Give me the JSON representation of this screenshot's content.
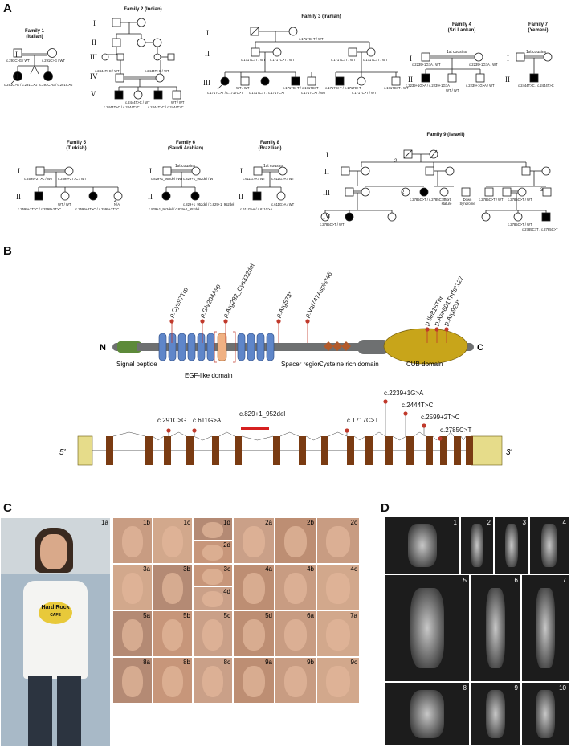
{
  "panels": {
    "a": "A",
    "b": "B",
    "c": "C",
    "d": "D"
  },
  "generations": [
    "I",
    "II",
    "III",
    "IV",
    "V"
  ],
  "families": [
    {
      "title": "Family 1",
      "origin": "(Italian)"
    },
    {
      "title": "Family 2 (Indian)",
      "origin": ""
    },
    {
      "title": "Family 3  (Iranian)",
      "origin": ""
    },
    {
      "title": "Family 4",
      "origin": "(Sri Lankan)"
    },
    {
      "title": "Family 7",
      "origin": "(Yemeni)"
    },
    {
      "title": "Family 5",
      "origin": "(Turkish)"
    },
    {
      "title": "Family 6",
      "origin": "(Saudi Arabian)"
    },
    {
      "title": "Family 8",
      "origin": "(Brazilian)"
    },
    {
      "title": "Family 9 (Israeli)",
      "origin": ""
    }
  ],
  "cousins": [
    "1st cousins",
    "1st cousins",
    "1st cousins",
    "1st cousins"
  ],
  "variants": {
    "f1_parent1": "c.291C>G / WT",
    "f1_parent2": "c.291C>G / WT",
    "f1_child1": "c.291C>G / c.291C>G",
    "f1_child3": "c.291C>G / c.291C>G",
    "f2_iv1": "c.2444T>C / WT",
    "f2_iv2": "c.2444T>C / WT",
    "f2_v1": "c.2444T>C / c.2444T>C",
    "f2_v2": "c.2444T>C / WT",
    "f2_v3": "c.2444T>C / c.2444T>C",
    "f2_v4": "WT / WT",
    "f3_i2": "c.1717C>T / WT",
    "f3_ii1": "c.1717C>T / WT",
    "f3_ii2": "c.1717C>T / WT",
    "f3_ii3": "c.1717C>T / WT",
    "f3_ii4": "c.1717C>T / WT",
    "f3_iii1": "c.1717C>T / c.1717C>T",
    "f3_iii2": "WT / WT",
    "f3_iii3": "c.1717C>T / c.1717C>T",
    "f3_iii4": "c.1717C>T / c.1717C>T",
    "f3_iii5": "c.1717C>T / WT",
    "f3_iii6": "c.1717C>T / c.1717C>T",
    "f3_iii7": "c.1717C>T / WT",
    "f3_iii8": "c.1717C>T / WT",
    "f4_i1": "c.2239+1G>A / WT",
    "f4_i2": "c.2239+1G>A / WT",
    "f4_ii1": "c.2239+1G>A / c.2239+1G>A",
    "f4_ii2": "WT / WT",
    "f4_ii3": "c.2239+1G>A / WT",
    "f7_ii1": "c.2444T>C / c.2444T>C",
    "f5_i1": "c.2599+2T>C / WT",
    "f5_i2": "c.2599+2T>C / WT",
    "f5_ii1": "c.2599+2T>C / c.2599+2T>C",
    "f5_ii2": "WT / WT",
    "f5_ii3": "c.2599+2T>C / c.2599+2T>C",
    "f5_ii4": "N/A",
    "f6_i1": "c.829+1_952del / WT",
    "f6_i2": "c.829+1_952del / WT",
    "f6_ii1": "c.829+1_952del / c.829+1_952del",
    "f6_ii2": "c.829+1_952del / c.829+1_952del",
    "f8_i1": "c.611G>A / WT",
    "f8_i2": "c.611G>A / WT",
    "f8_ii1": "c.611G>A / c.611G>A",
    "f8_ii2": "c.611G>A / WT",
    "f9_iii5": "c.2785C>T / c.2785C>T",
    "f9_iii9": "c.2785C>T / WT",
    "f9_iii10": "c.2785C>T / WT",
    "f9_iv1": "c.2785C>T / WT",
    "f9_iv5": "c.2785C>T / WT",
    "f9_iv7": "c.2785C>T / c.2785C>T"
  },
  "f9_notes": [
    "Short stature",
    "Down Syndrome"
  ],
  "protein": {
    "mutations": [
      "p.Cys97Trp",
      "p.Gly204Asp",
      "p.Arg282_Cys322del",
      "p.Arg573*",
      "p.Val747Aspfs*46",
      "p.Ile815Thr",
      "p.Asn801Thrfs*127",
      "p.Arg929*"
    ],
    "n_label": "N",
    "c_label": "C",
    "domains": [
      "Signal peptide",
      "EGF-like domain",
      "Spacer region",
      "Cysteine rich domain",
      "CUB domain"
    ]
  },
  "gene": {
    "variants": [
      "c.291C>G",
      "c.611G>A",
      "c.829+1_952del",
      "c.1717C>T",
      "c.2239+1G>A",
      "c.2444T>C",
      "c.2599+2T>C",
      "c.2785C>T"
    ],
    "five_prime": "5'",
    "three_prime": "3'"
  },
  "photo_labels": [
    "1a",
    "1b",
    "1c",
    "1d",
    "2d",
    "2a",
    "2b",
    "2c",
    "3a",
    "3b",
    "3c",
    "4d",
    "4a",
    "4b",
    "4c",
    "5a",
    "5b",
    "5c",
    "5d",
    "6a",
    "7a",
    "8a",
    "8b",
    "8c",
    "9a",
    "9b",
    "9c"
  ],
  "shirt_text": "Hard Rock",
  "shirt_subtext": "CAFE",
  "xray_labels": [
    "1",
    "2",
    "3",
    "4",
    "5",
    "6",
    "7",
    "8",
    "9",
    "10"
  ],
  "colors": {
    "exon": "#7a3b12",
    "utr": "#e6dc8a",
    "egf": "#5f86c9",
    "cub": "#c8a51a",
    "signal": "#5d8a3a",
    "lollipop": "#c0392b",
    "del_bar": "#d62020"
  }
}
